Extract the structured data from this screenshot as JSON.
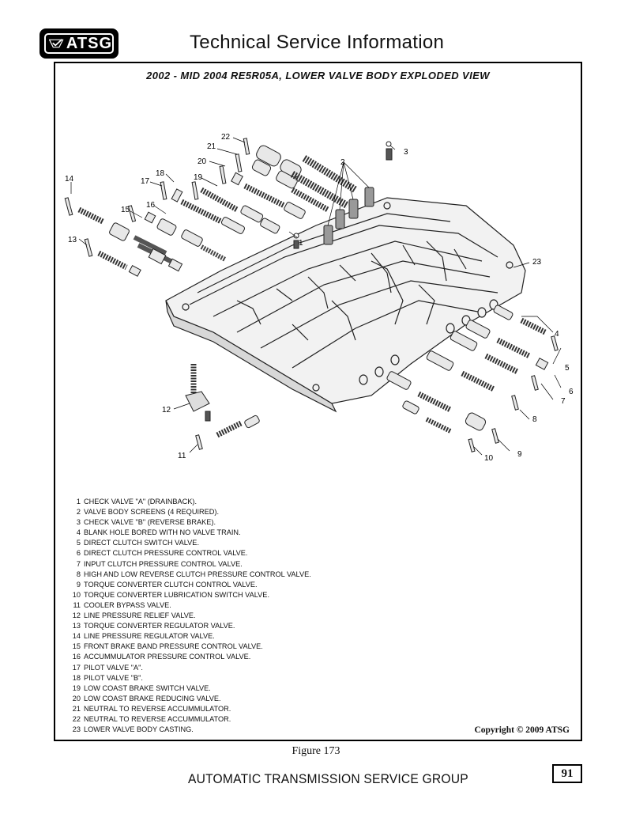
{
  "header": {
    "logo_text": "ATSG",
    "title": "Technical Service Information"
  },
  "diagram": {
    "title": "2002 - MID 2004  RE5R05A, LOWER VALVE BODY EXPLODED VIEW",
    "callouts": [
      "1",
      "2",
      "3",
      "4",
      "5",
      "6",
      "7",
      "8",
      "9",
      "10",
      "11",
      "12",
      "13",
      "14",
      "15",
      "16",
      "17",
      "18",
      "19",
      "20",
      "21",
      "22",
      "23"
    ],
    "legend": [
      {
        "num": "1",
        "text": "CHECK VALVE \"A\"  (DRAINBACK)."
      },
      {
        "num": "2",
        "text": "VALVE BODY SCREENS  (4 REQUIRED)."
      },
      {
        "num": "3",
        "text": "CHECK VALVE \"B\"  (REVERSE BRAKE)."
      },
      {
        "num": "4",
        "text": "BLANK HOLE BORED WITH NO VALVE TRAIN."
      },
      {
        "num": "5",
        "text": "DIRECT CLUTCH SWITCH VALVE."
      },
      {
        "num": "6",
        "text": "DIRECT CLUTCH PRESSURE CONTROL VALVE."
      },
      {
        "num": "7",
        "text": "INPUT CLUTCH PRESSURE CONTROL VALVE."
      },
      {
        "num": "8",
        "text": "HIGH AND LOW REVERSE CLUTCH PRESSURE CONTROL VALVE."
      },
      {
        "num": "9",
        "text": "TORQUE CONVERTER CLUTCH CONTROL VALVE."
      },
      {
        "num": "10",
        "text": "TORQUE CONVERTER LUBRICATION SWITCH VALVE."
      },
      {
        "num": "11",
        "text": "COOLER BYPASS VALVE."
      },
      {
        "num": "12",
        "text": "LINE PRESSURE RELIEF VALVE."
      },
      {
        "num": "13",
        "text": "TORQUE CONVERTER REGULATOR VALVE."
      },
      {
        "num": "14",
        "text": "LINE PRESSURE REGULATOR VALVE."
      },
      {
        "num": "15",
        "text": "FRONT BRAKE BAND PRESSURE CONTROL VALVE."
      },
      {
        "num": "16",
        "text": "ACCUMMULATOR PRESSURE CONTROL VALVE."
      },
      {
        "num": "17",
        "text": "PILOT VALVE \"A\"."
      },
      {
        "num": "18",
        "text": "PILOT VALVE \"B\"."
      },
      {
        "num": "19",
        "text": "LOW COAST BRAKE SWITCH VALVE."
      },
      {
        "num": "20",
        "text": "LOW COAST BRAKE REDUCING VALVE."
      },
      {
        "num": "21",
        "text": "NEUTRAL TO REVERSE ACCUMMULATOR."
      },
      {
        "num": "22",
        "text": "NEUTRAL TO REVERSE ACCUMMULATOR."
      },
      {
        "num": "23",
        "text": "LOWER VALVE BODY CASTING."
      }
    ],
    "copyright": "Copyright © 2009 ATSG"
  },
  "caption": "Figure 173",
  "footer": {
    "organization": "AUTOMATIC TRANSMISSION SERVICE GROUP",
    "page_number": "91"
  }
}
